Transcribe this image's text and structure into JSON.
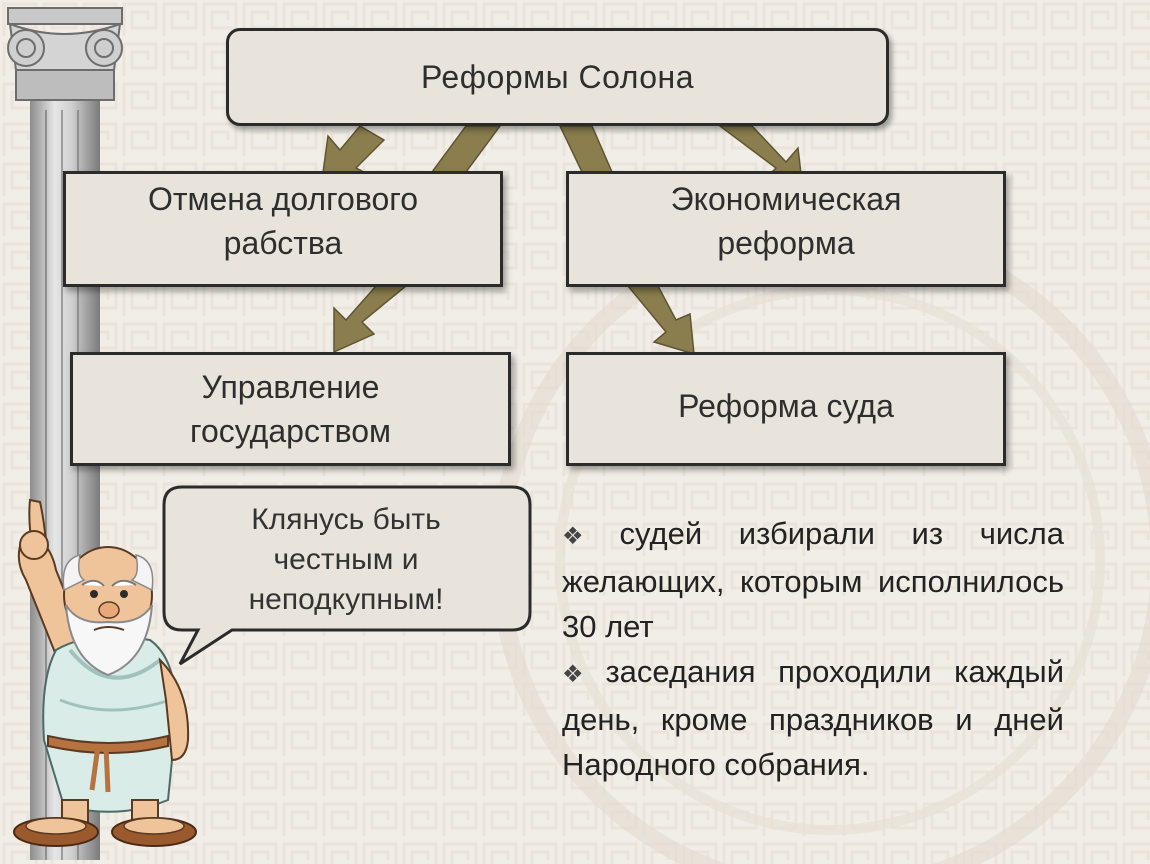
{
  "title": "Реформы Солона",
  "branches": {
    "debt": "Отмена долгового\nрабства",
    "econ": "Экономическая\nреформа",
    "gov": "Управление\nгосударством",
    "court": "Реформа суда"
  },
  "speech_bubble": "Клянусь быть\nчестным и\nнеподкупным!",
  "facts": [
    {
      "bullet": "❖",
      "text": "судей избирали из числа желающих, которым исполнилось 30 лет"
    },
    {
      "bullet": "❖",
      "text": "заседания проходили каждый день, кроме праздников и дней Народного собрания."
    }
  ],
  "colors": {
    "box_fill": "#e8e4dc",
    "arrow": "#8a7d4e",
    "background": "#f1ede7"
  }
}
